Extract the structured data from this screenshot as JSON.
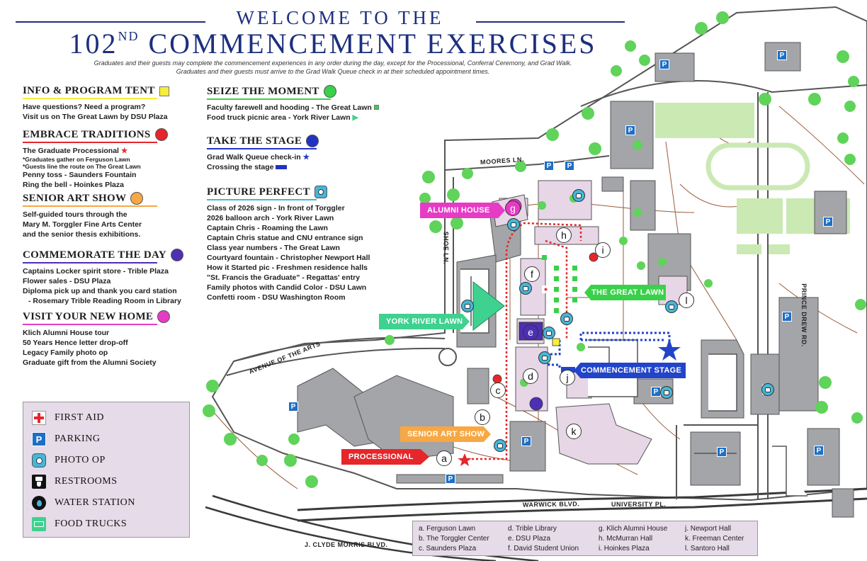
{
  "header": {
    "title_line1": "WELCOME TO THE",
    "title_number": "102",
    "title_suffix": "ND",
    "title_line2": "COMMENCEMENT EXERCISES",
    "subtitle1": "Graduates and their guests may complete the commencement experiences in any order during the day, except for the Processional, Conferral Ceremony, and Grad Walk.",
    "subtitle2": "Graduates and their guests must arrive to the Grad Walk Queue check in at their scheduled appointment times."
  },
  "sections_left": [
    {
      "title": "INFO & PROGRAM TENT",
      "color": "#f6ee3a",
      "shape": "square",
      "lines": [
        "Have questions? Need a program?",
        "Visit us on The Great Lawn by DSU Plaza"
      ]
    },
    {
      "title": "EMBRACE TRADITIONS",
      "color": "#e5262b",
      "shape": "circle",
      "lines": [
        "The Graduate Processional"
      ],
      "notes": [
        "*Graduates gather on Ferguson Lawn",
        "*Guests line the route on The Great Lawn"
      ],
      "lines2": [
        "Penny toss - Saunders Fountain",
        "Ring the bell - Hoinkes Plaza"
      ]
    },
    {
      "title": "SENIOR ART SHOW",
      "color": "#f7a743",
      "shape": "circle",
      "lines": [
        "Self-guided tours through the",
        "Mary M. Torggler Fine Arts Center",
        "and the senior thesis exhibitions."
      ]
    },
    {
      "title": "COMMEMORATE THE DAY",
      "color": "#4d2fb4",
      "shape": "circle",
      "lines": [
        "Captains Locker spirit store - Trible Plaza",
        "Flower sales - DSU Plaza",
        "Diploma pick up and thank you card station"
      ],
      "indent": [
        "- Rosemary Trible Reading Room in Library"
      ]
    },
    {
      "title": "VISIT YOUR NEW HOME",
      "color": "#e63bc5",
      "shape": "circle",
      "lines": [
        "Klich Alumni House tour",
        "50 Years Hence letter drop-off",
        "Legacy Family photo op",
        "Graduate gift from the Alumni Society"
      ]
    }
  ],
  "sections_mid": [
    {
      "title": "SEIZE THE MOMENT",
      "color": "#39d14a",
      "lines": [
        "Faculty farewell and hooding - The Great Lawn",
        "Food truck picnic area - York River Lawn"
      ]
    },
    {
      "title": "TAKE THE STAGE",
      "color": "#2233c4",
      "lines": [
        "Grad Walk Queue check-in",
        "Crossing the stage"
      ]
    },
    {
      "title": "PICTURE PERFECT",
      "color": "#46b6d9",
      "lines": [
        "Class of 2026 sign - In front of Torggler",
        "2026 balloon arch - York River Lawn",
        "Captain Chris - Roaming the Lawn",
        "Captain Chris statue and CNU entrance sign",
        "Class year numbers - The Great Lawn",
        "Courtyard fountain - Christopher Newport Hall",
        "How it Started pic - Freshmen residence halls",
        "\"St. Francis the Graduate\" - Regattas' entry",
        "Family photos with Candid Color - DSU Lawn",
        "Confetti room - DSU Washington Room"
      ]
    }
  ],
  "legend": [
    {
      "label": "FIRST AID",
      "icon": "first-aid-icon"
    },
    {
      "label": "PARKING",
      "icon": "parking-icon",
      "glyph": "P"
    },
    {
      "label": "PHOTO OP",
      "icon": "photo-op-icon"
    },
    {
      "label": "RESTROOMS",
      "icon": "restroom-icon"
    },
    {
      "label": "WATER STATION",
      "icon": "water-station-icon"
    },
    {
      "label": "FOOD TRUCKS",
      "icon": "food-truck-icon"
    }
  ],
  "key": [
    [
      "a. Ferguson Lawn",
      "b. The Torggler Center",
      "c.  Saunders Plaza"
    ],
    [
      "d. Trible Library",
      "e. DSU Plaza",
      "f.  David Student Union"
    ],
    [
      "g. Klich Alumni House",
      "h. McMurran Hall",
      "i.   Hoinkes Plaza"
    ],
    [
      "j.  Newport Hall",
      "k. Freeman Center",
      "l.  Santoro Hall"
    ]
  ],
  "callouts": {
    "alumni_house": "ALUMNI HOUSE",
    "great_lawn": "THE GREAT LAWN",
    "york_river_lawn": "YORK RIVER LAWN",
    "commencement_stage": "COMMENCEMENT STAGE",
    "senior_art_show": "SENIOR ART SHOW",
    "processional": "PROCESSIONAL"
  },
  "roads": {
    "moores": "MOORES LN.",
    "shoe": "SHOE LN.",
    "avenue_arts": "AVENUE OF THE ARTS",
    "warwick": "WARWICK BLVD.",
    "university": "UNIVERSITY PL.",
    "prince_drew": "PRINCE DREW RD.",
    "clyde_morris": "J. CLYDE MORRIS BLVD."
  },
  "map_letters": [
    "a",
    "b",
    "c",
    "d",
    "e",
    "f",
    "g",
    "h",
    "i",
    "j",
    "k",
    "l"
  ],
  "parking_glyph": "P",
  "colors": {
    "navy": "#1d2f7e",
    "building_gray": "#a4a5a8",
    "building_pink": "#e6d6e6",
    "lawn_green": "#cbe9b3",
    "tree_green": "#5fd35a",
    "path_brown": "#9b5a3c",
    "route_red": "#e5262b",
    "route_blue": "#2244c8",
    "parking_blue": "#1e6fc6",
    "photo_cyan": "#46b6d9"
  }
}
